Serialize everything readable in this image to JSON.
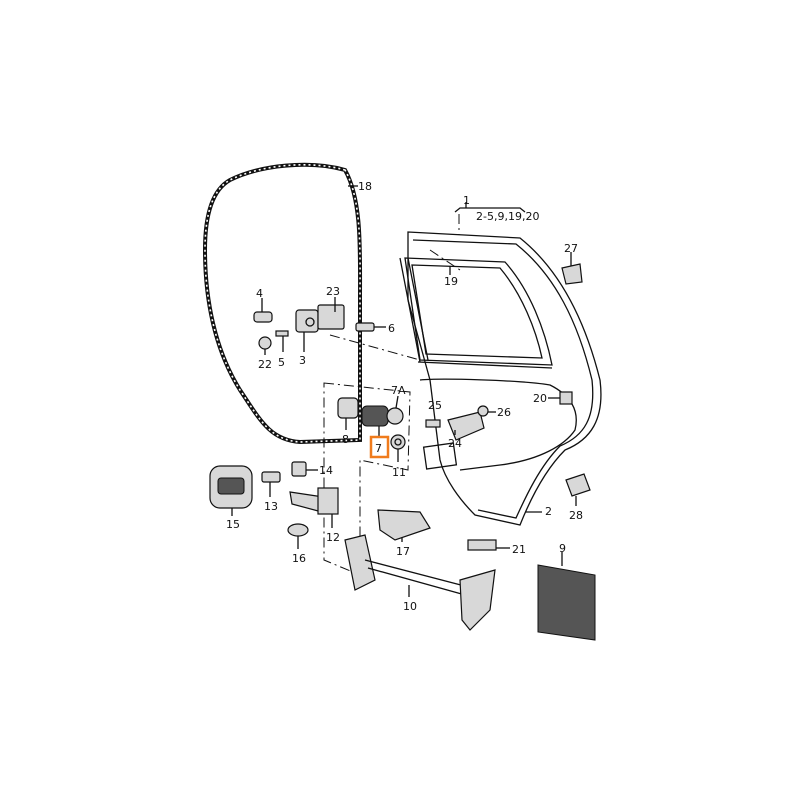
{
  "diagram": {
    "highlighted_part": "7",
    "highlight_color": "#f07b1c",
    "group_note": "2-5,9,19,20",
    "labels": [
      "18",
      "1",
      "27",
      "19",
      "4",
      "23",
      "6",
      "5",
      "3",
      "22",
      "7A",
      "25",
      "26",
      "20",
      "8",
      "7",
      "11",
      "24",
      "14",
      "13",
      "15",
      "12",
      "17",
      "21",
      "2",
      "28",
      "9",
      "16",
      "10"
    ]
  }
}
